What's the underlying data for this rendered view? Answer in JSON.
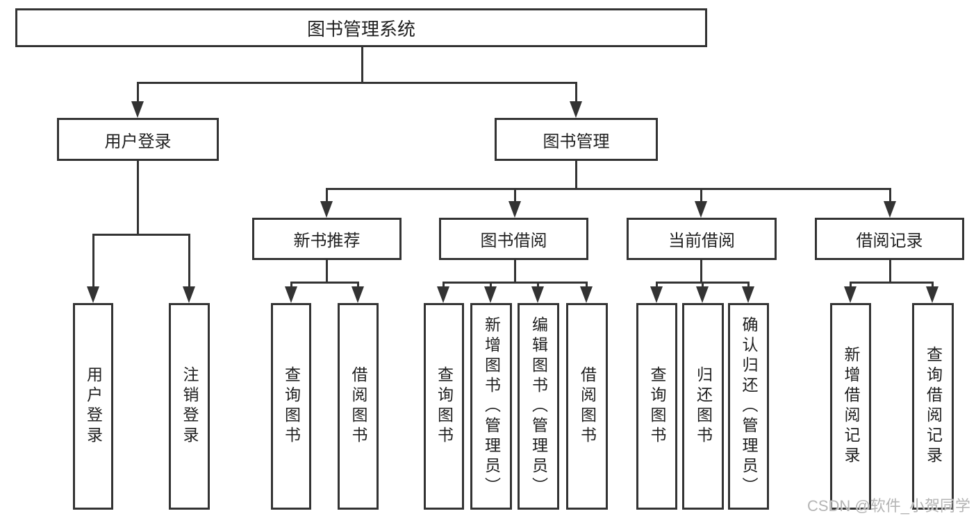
{
  "colors": {
    "line": "#333333",
    "text": "#1f1f1f",
    "background": "#ffffff",
    "watermark": "#b4b4b4"
  },
  "watermark": {
    "text": "CSDN @软件_小贺同学"
  },
  "diagram": {
    "root": {
      "label": "图书管理系统"
    },
    "level2": [
      {
        "label": "用户登录"
      },
      {
        "label": "图书管理"
      }
    ],
    "level3": [
      {
        "label": "新书推荐"
      },
      {
        "label": "图书借阅"
      },
      {
        "label": "当前借阅"
      },
      {
        "label": "借阅记录"
      }
    ],
    "leaves": {
      "login": [
        "用户登录",
        "注销登录"
      ],
      "recommend": [
        "查询图书",
        "借阅图书"
      ],
      "borrow": [
        "查询图书",
        "新增图书（管理员）",
        "编辑图书（管理员）",
        "借阅图书"
      ],
      "current": [
        "查询图书",
        "归还图书",
        "确认归还（管理员）"
      ],
      "records": [
        "新增借阅记录",
        "查询借阅记录"
      ]
    }
  }
}
